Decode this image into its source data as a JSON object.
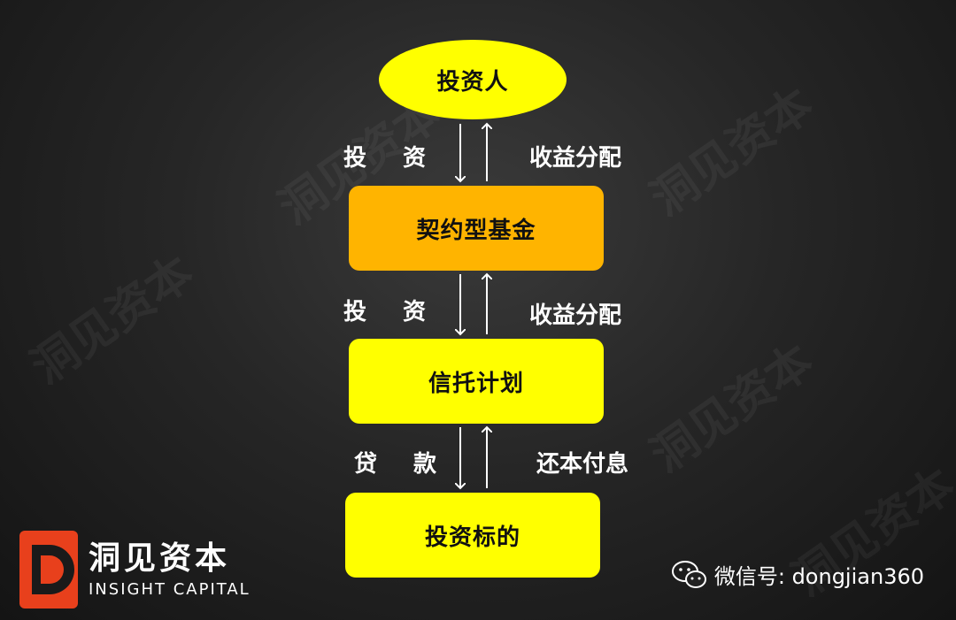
{
  "nodes": {
    "investor": "投资人",
    "contract_fund": "契约型基金",
    "trust_plan": "信托计划",
    "target": "投资标的"
  },
  "edges": {
    "invest_1": "投 资",
    "return_1": "收益分配",
    "invest_2": "投 资",
    "return_2": "收益分配",
    "loan": "贷 款",
    "repay": "还本付息"
  },
  "watermark": "洞见资本",
  "logo": {
    "name_cn": "洞见资本",
    "name_en": "INSIGHT CAPITAL"
  },
  "wechat": {
    "text": "微信号: dongjian360"
  },
  "colors": {
    "node_yellow": "#ffff00",
    "node_orange": "#ffb400",
    "logo_red": "#e8401c"
  }
}
